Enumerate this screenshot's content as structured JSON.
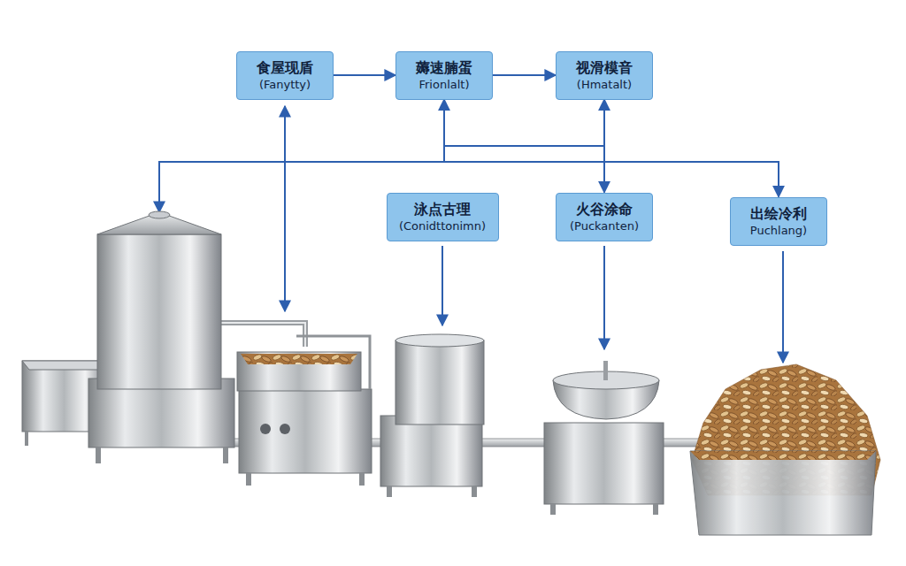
{
  "diagram": {
    "nodes": [
      {
        "text": [
          "食屋现盾",
          "(Fanytty)"
        ]
      },
      {
        "text": [
          "薅速腩蛋",
          "Frionlalt)"
        ]
      },
      {
        "text": [
          "视滑模音",
          "(Hmatalt)"
        ]
      },
      {
        "text": [
          "泳点古理",
          "(Conidttonimn)"
        ]
      },
      {
        "text": [
          "火谷涂命",
          "(Puckanten)"
        ]
      },
      {
        "text": [
          "出绘冷利",
          "Puchlang)"
        ]
      }
    ],
    "edges": [
      {
        "from": 0,
        "to": 1,
        "arrow": "to"
      },
      {
        "from": 1,
        "to": 2,
        "arrow": "to"
      },
      {
        "from": 2,
        "to": 4,
        "arrow": "both"
      },
      {
        "from": 1,
        "to": 5,
        "arrow": "both"
      }
    ]
  }
}
